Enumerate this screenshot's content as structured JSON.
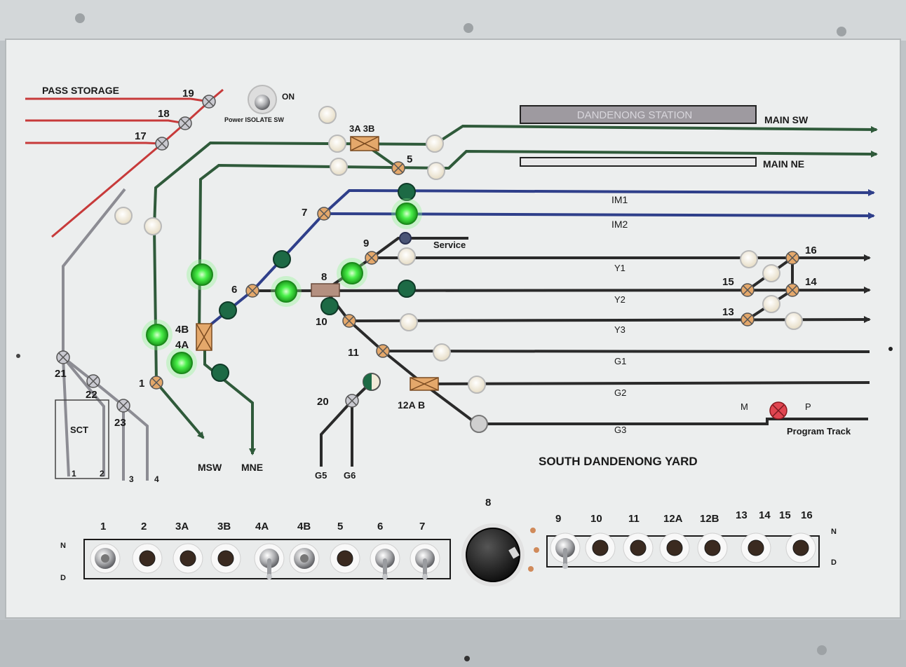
{
  "header": {
    "yard_title": "SOUTH DANDENONG YARD",
    "station_label": "DANDENONG STATION"
  },
  "tracks": {
    "pass_storage": "PASS STORAGE",
    "main_sw": "MAIN SW",
    "main_ne": "MAIN NE",
    "im1": "IM1",
    "im2": "IM2",
    "service": "Service",
    "y1": "Y1",
    "y2": "Y2",
    "y3": "Y3",
    "g1": "G1",
    "g2": "G2",
    "g3": "G3",
    "program_track": "Program Track",
    "msw": "MSW",
    "mne": "MNE",
    "g5": "G5",
    "g6": "G6",
    "sct": "SCT",
    "sct_1": "1",
    "sct_2": "2",
    "exit_3": "3",
    "exit_4": "4",
    "m": "M",
    "p": "P"
  },
  "power_switch": {
    "label": "Power ISOLATE SW",
    "on_label": "ON"
  },
  "points": {
    "p1": "1",
    "p3ab": "3A 3B",
    "p4b": "4B",
    "p4a": "4A",
    "p5": "5",
    "p6": "6",
    "p7": "7",
    "p8": "8",
    "p9": "9",
    "p10": "10",
    "p11": "11",
    "p12ab": "12A B",
    "p13": "13",
    "p14": "14",
    "p15": "15",
    "p16": "16",
    "p17": "17",
    "p18": "18",
    "p19": "19",
    "p20": "20",
    "p21": "21",
    "p22": "22",
    "p23": "23"
  },
  "controls": {
    "left_labels": [
      "1",
      "2",
      "3A",
      "3B",
      "4A",
      "4B",
      "5",
      "6",
      "7"
    ],
    "knob_label": "8",
    "right_labels": [
      "9",
      "10",
      "11",
      "12A",
      "12B",
      "13",
      "14",
      "15",
      "16"
    ],
    "n_label": "N",
    "d_label": "D"
  },
  "colors": {
    "main_line": "#2f5a3a",
    "im_line": "#2f3f8a",
    "yard_line": "#2a2a2a",
    "storage_line": "#c73a3a",
    "sct_line": "#8c8c93",
    "signal_green": "#3be33b",
    "signal_dark_green": "#1d6a45",
    "signal_white": "#f1ead8",
    "point_fill": "#e4a86b"
  }
}
